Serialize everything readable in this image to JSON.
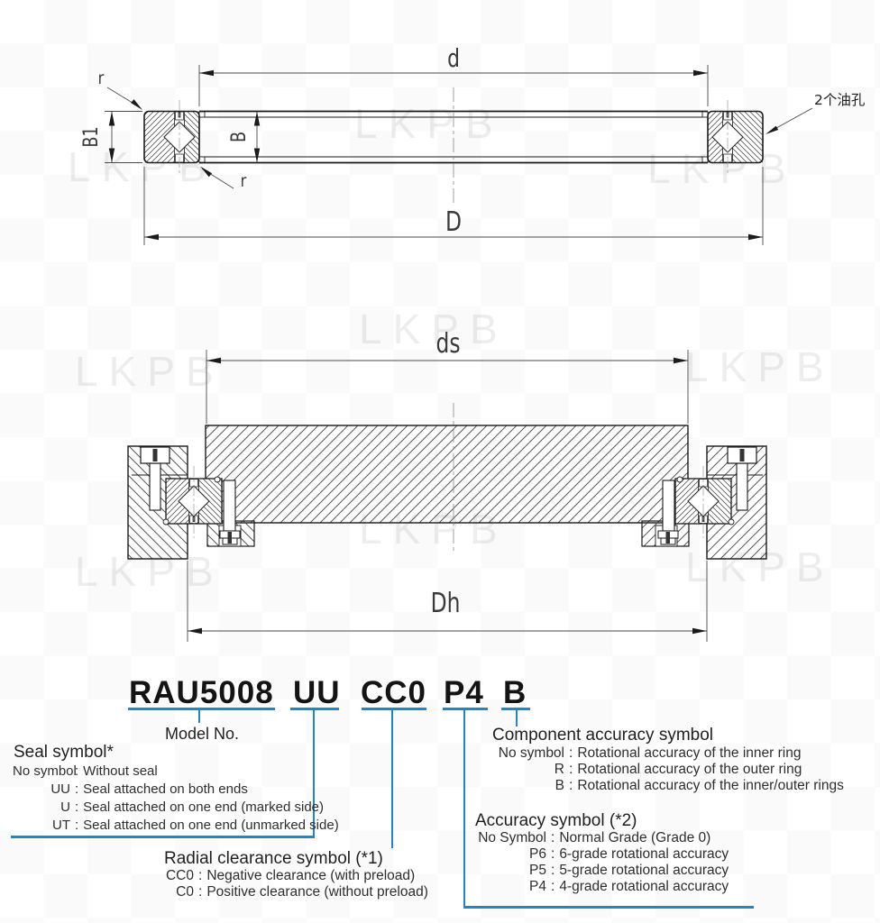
{
  "watermark": {
    "text": "LKPB"
  },
  "colors": {
    "accent_blue": "#1d87c8",
    "line_dark": "#1a1a1a",
    "dim_gray": "#3a3a3a"
  },
  "top_view": {
    "label_d": "d",
    "label_D": "D",
    "label_B": "B",
    "label_B1": "B1",
    "label_r_top": "r",
    "label_r_bottom": "r",
    "oil_holes_label": "2个油孔"
  },
  "mount_view": {
    "label_ds": "ds",
    "label_Dh": "Dh"
  },
  "nomenclature": {
    "colon": ":",
    "code": {
      "model": "RAU5008",
      "seal": "UU",
      "clearance": "CC0",
      "accuracy": "P4",
      "component": "B"
    },
    "model_label": "Model No.",
    "seal": {
      "title": "Seal symbol*",
      "items": [
        {
          "key": "No symbol",
          "desc": "Without seal"
        },
        {
          "key": "UU",
          "desc": "Seal attached on both ends"
        },
        {
          "key": "U",
          "desc": "Seal attached on one end (marked side)"
        },
        {
          "key": "UT",
          "desc": "Seal attached on one end (unmarked side)"
        }
      ]
    },
    "component_accuracy": {
      "title": "Component accuracy symbol",
      "items": [
        {
          "key": "No symbol",
          "desc": "Rotational accuracy of the inner ring"
        },
        {
          "key": "R",
          "desc": "Rotational accuracy of the outer ring"
        },
        {
          "key": "B",
          "desc": "Rotational accuracy of the inner/outer rings"
        }
      ]
    },
    "accuracy": {
      "title": "Accuracy symbol (*2)",
      "items": [
        {
          "key": "No Symbol",
          "desc": "Normal Grade (Grade 0)"
        },
        {
          "key": "P6",
          "desc": "6-grade rotational accuracy"
        },
        {
          "key": "P5",
          "desc": "5-grade rotational accuracy"
        },
        {
          "key": "P4",
          "desc": "4-grade rotational accuracy"
        }
      ]
    },
    "radial_clearance": {
      "title": "Radial clearance symbol (*1)",
      "items": [
        {
          "key": "CC0",
          "desc": "Negative clearance (with preload)"
        },
        {
          "key": "C0",
          "desc": "Positive clearance (without preload)"
        }
      ]
    }
  }
}
